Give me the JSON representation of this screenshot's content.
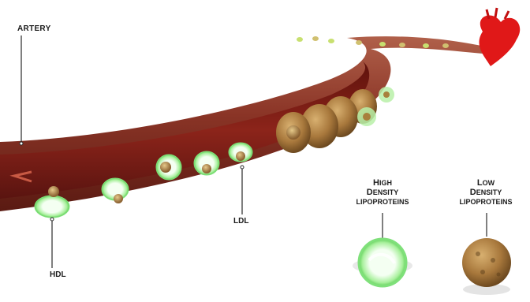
{
  "labels": {
    "artery": "ARTERY",
    "ldl": "LDL",
    "hdl": "HDL"
  },
  "legend_hdl": {
    "line1_initial": "H",
    "line1_rest": "IGH",
    "line2_initial": "D",
    "line2_rest": "ENSITY",
    "line3": "LIPOPROTEINS"
  },
  "legend_ldl": {
    "line1_initial": "L",
    "line1_rest": "OW",
    "line2_initial": "D",
    "line2_rest": "ENSITY",
    "line3": "LIPOPROTEINS"
  },
  "colors": {
    "artery_wall": "#8a3a2a",
    "artery_inner": "#7a1e14",
    "hdl_ring": "#7fe07a",
    "ldl_core": "#b08a4a",
    "heart": "#e01818"
  }
}
